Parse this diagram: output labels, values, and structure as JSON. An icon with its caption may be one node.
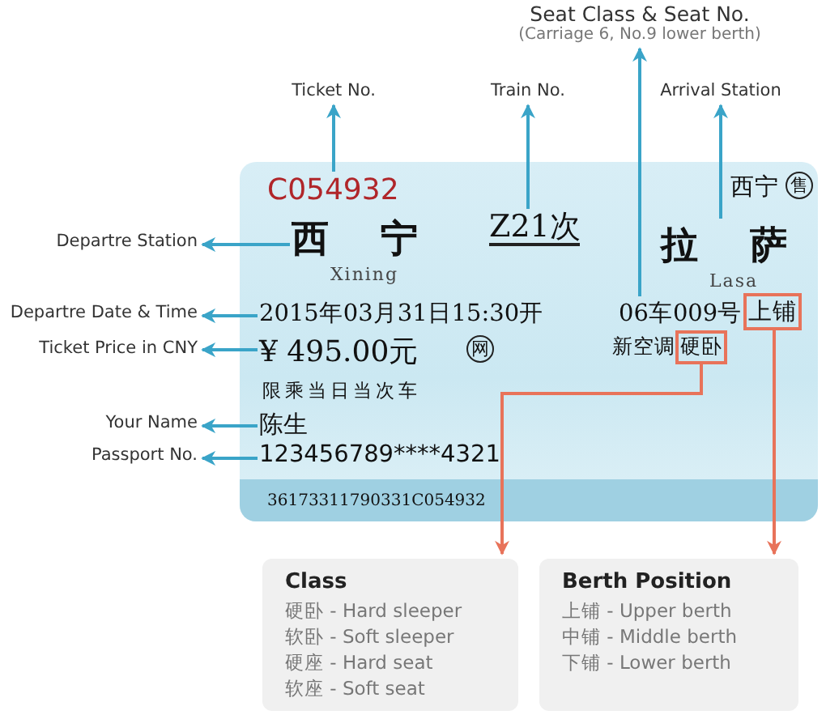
{
  "diagram": {
    "nodes": [
      {
        "text": [
          "Seat Class & Seat No.",
          "(Carriage 6, No.9 lower berth)"
        ]
      },
      {
        "text": [
          "Ticket No."
        ]
      },
      {
        "text": [
          "Train No."
        ]
      },
      {
        "text": [
          "Arrival Station"
        ]
      },
      {
        "text": [],
        "shape": "box"
      },
      {
        "text": [
          "C054932"
        ],
        "in": 4
      },
      {
        "text": [
          "Departre Station"
        ]
      },
      {
        "text": [
          "西 宁",
          "Xining"
        ],
        "in": 4
      },
      {
        "text": [
          "Z21次"
        ],
        "in": 4
      },
      {
        "text": [
          "拉 萨",
          "Lasa"
        ],
        "in": 4
      },
      {
        "text": [
          "Departre Date & Time"
        ]
      },
      {
        "text": [
          "2015年03月31日15:30开"
        ],
        "in": 4
      },
      {
        "text": [
          "06车009号"
        ],
        "in": 4
      },
      {
        "text": [
          "上铺"
        ],
        "in": 4
      },
      {
        "text": [
          "Ticket Price in CNY"
        ]
      },
      {
        "text": [
          "¥ 495.00元"
        ],
        "in": 4
      },
      {
        "text": [
          "硬卧"
        ],
        "in": 4,
        "beside": [
          "新空调"
        ]
      },
      {
        "text": [
          "Your Name"
        ]
      },
      {
        "text": [
          "陈生"
        ],
        "in": 4
      },
      {
        "text": [
          "Passport No."
        ]
      },
      {
        "text": [
          "123456789****4321"
        ],
        "in": 4
      },
      {
        "text": [
          "Class",
          "硬卧 - Hard sleeper",
          "软卧 - Soft sleeper",
          "硬座 - Hard seat",
          "软座 - Soft seat"
        ]
      },
      {
        "text": [
          "Berth Position",
          "上铺 - Upper berth",
          "中铺 - Middle berth",
          "下铺 - Lower berth"
        ]
      }
    ],
    "edges": [
      {
        "from": 5,
        "to": 1,
        "arrow": "to"
      },
      {
        "from": 8,
        "to": 2,
        "arrow": "to"
      },
      {
        "from": 12,
        "to": 0,
        "arrow": "to"
      },
      {
        "from": 9,
        "to": 3,
        "arrow": "to"
      },
      {
        "from": 7,
        "to": 6,
        "arrow": "to"
      },
      {
        "from": 11,
        "to": 10,
        "arrow": "to"
      },
      {
        "from": 15,
        "to": 14,
        "arrow": "to"
      },
      {
        "from": 18,
        "to": 17,
        "arrow": "to"
      },
      {
        "from": 20,
        "to": 19,
        "arrow": "to"
      },
      {
        "from": 16,
        "to": 21,
        "arrow": "to",
        "color": "#e8735a"
      },
      {
        "from": 13,
        "to": 22,
        "arrow": "to",
        "color": "#e8735a"
      }
    ],
    "labels": [
      "西宁",
      "售",
      "网",
      "限乘当日当次车",
      "36173311790331C054932"
    ]
  }
}
